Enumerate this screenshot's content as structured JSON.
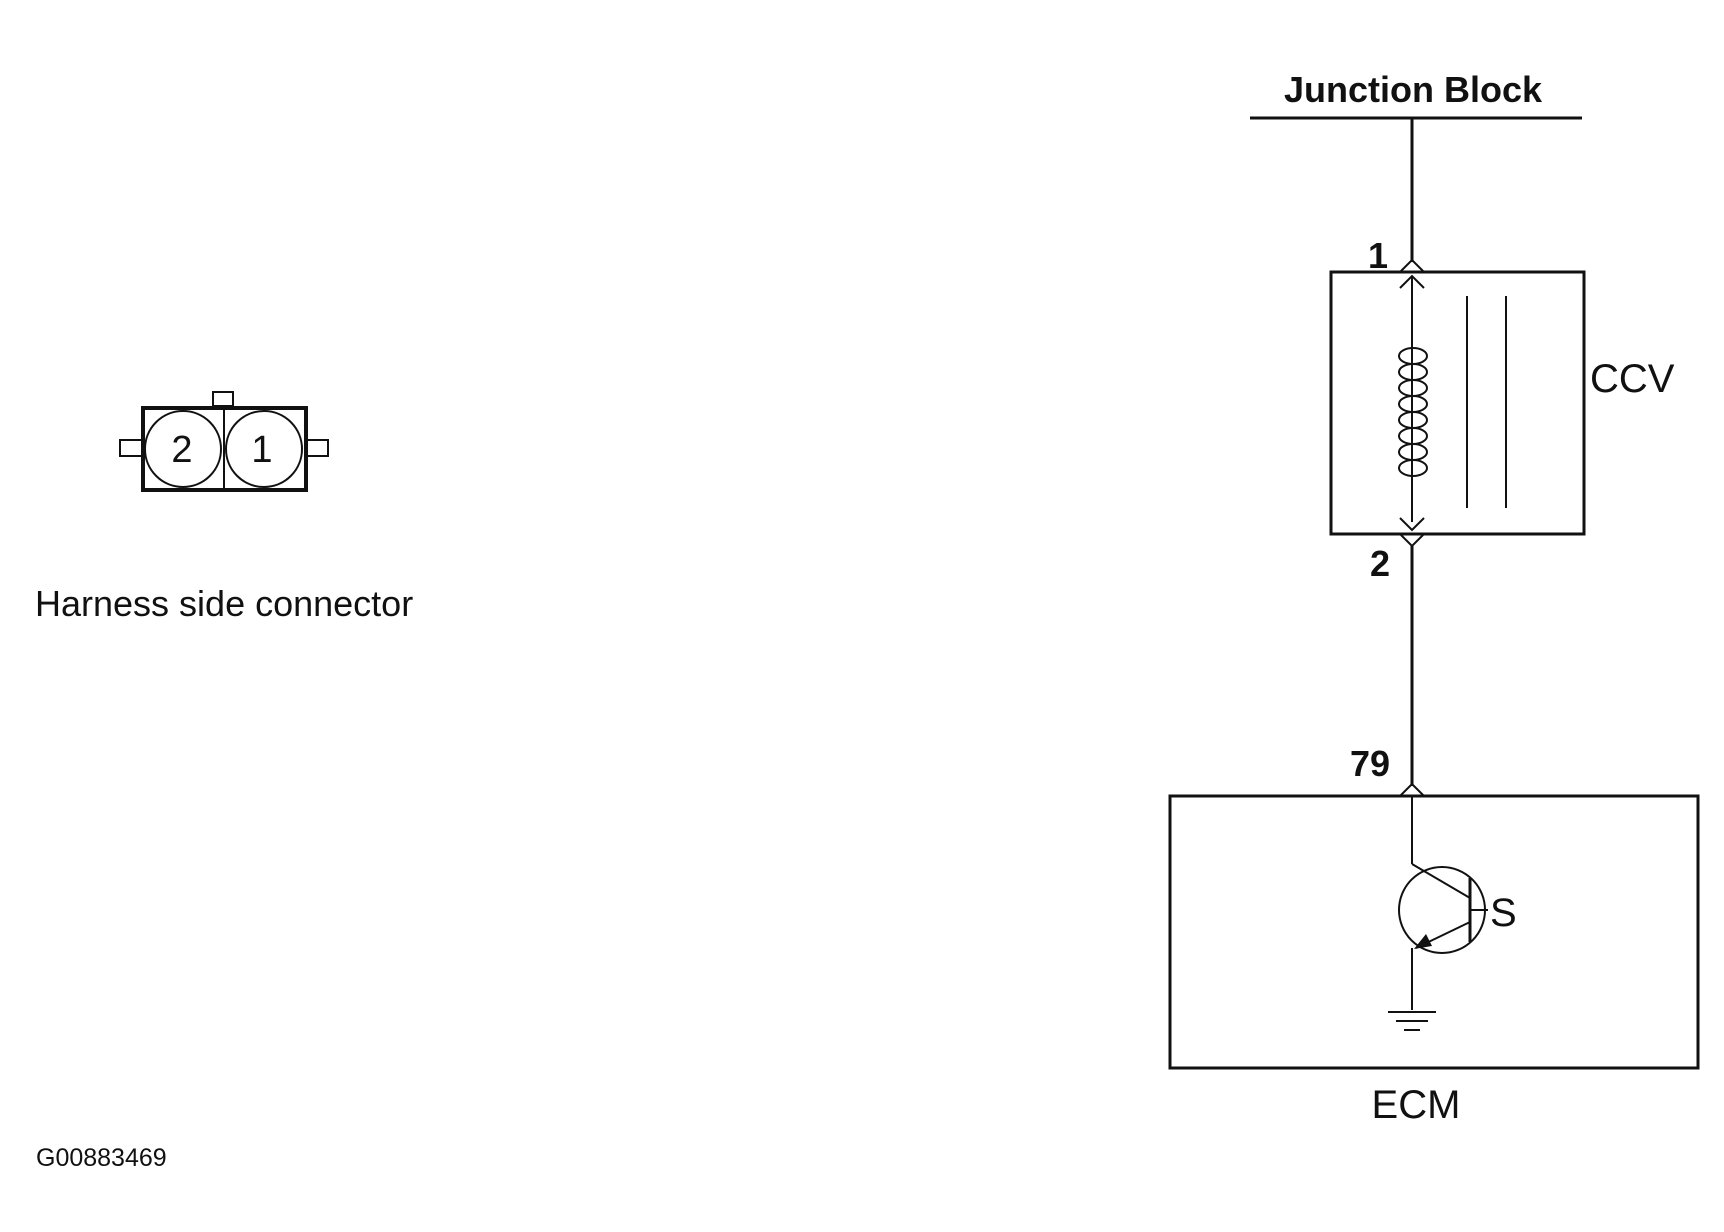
{
  "junction_block": {
    "label": "Junction Block"
  },
  "ccv": {
    "label": "CCV",
    "pin_top": "1",
    "pin_bottom": "2"
  },
  "ecm": {
    "label": "ECM",
    "pin": "79",
    "signal_label": "S"
  },
  "connector": {
    "caption": "Harness side connector",
    "pin_left": "2",
    "pin_right": "1"
  },
  "figure_id": "G00883469"
}
